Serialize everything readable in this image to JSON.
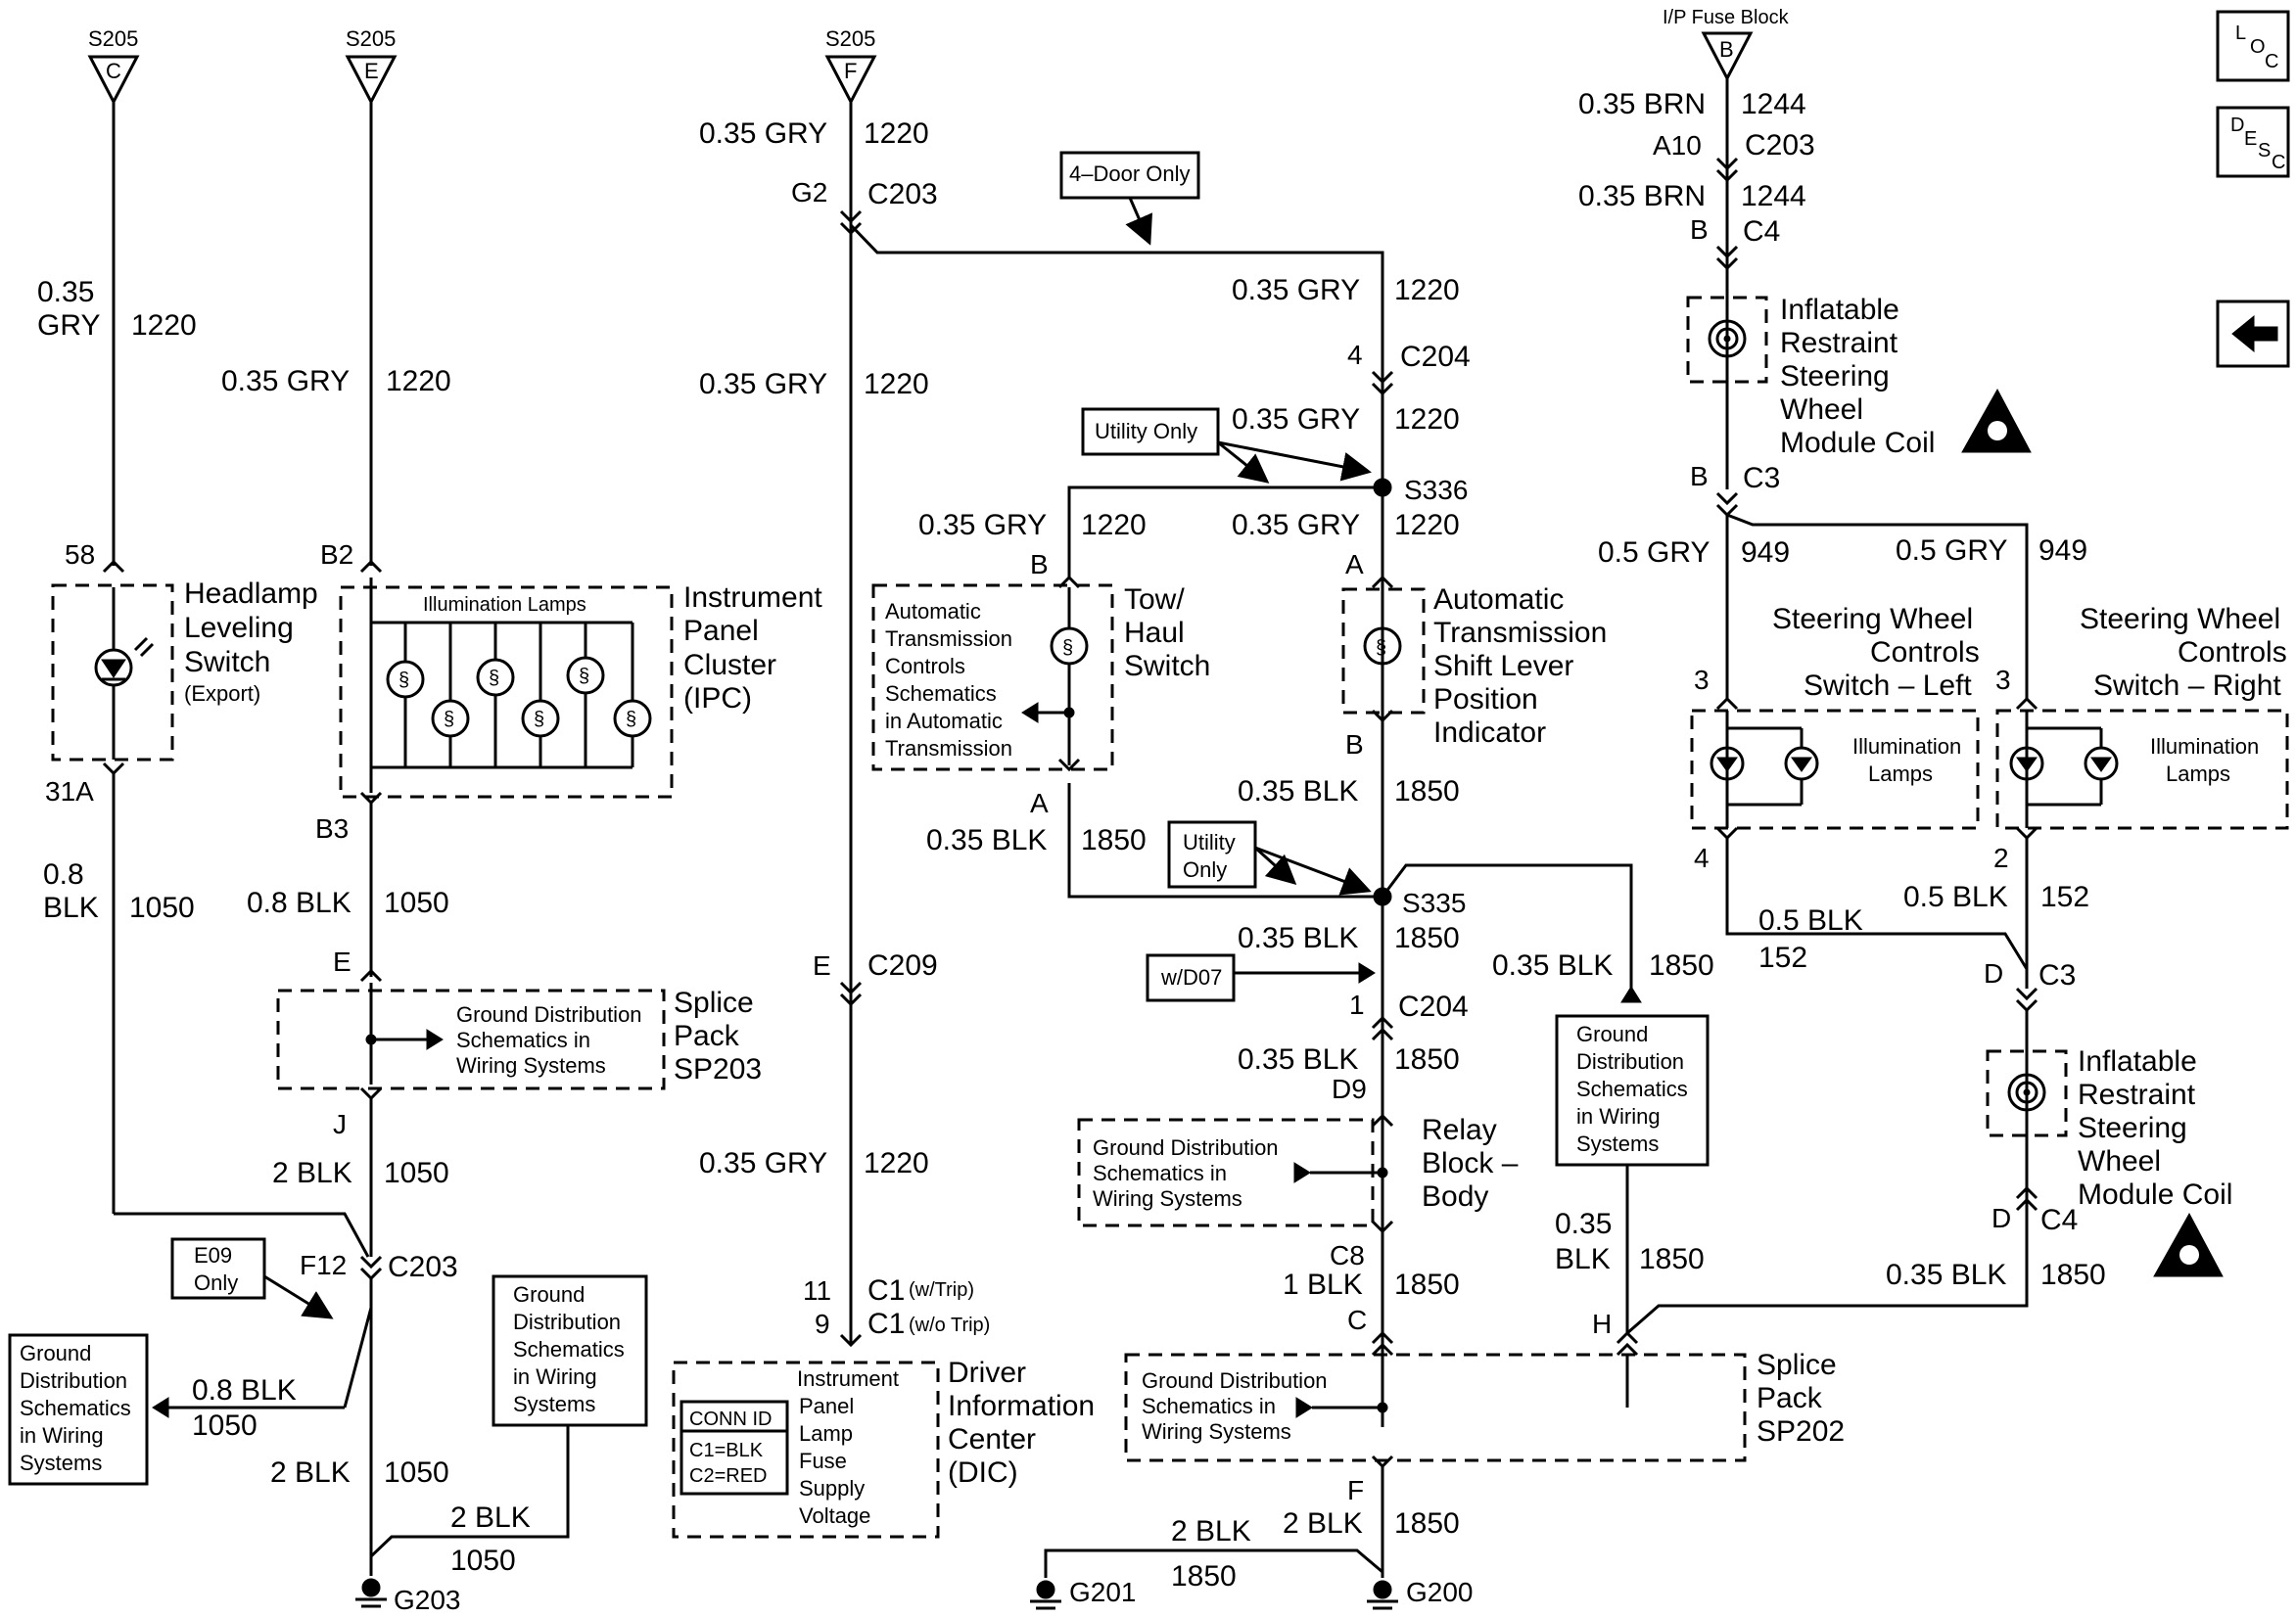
{
  "top_connectors": {
    "s205": "S205",
    "c": "C",
    "e": "E",
    "f": "F",
    "ip_fuse_block": "I/P Fuse Block",
    "b": "B"
  },
  "side_buttons": {
    "loc": {
      "l": "L",
      "o": "O",
      "c": "C"
    },
    "desc": {
      "d": "D",
      "e": "E",
      "s": "S",
      "c": "C"
    },
    "back_icon": "arrow-left-icon"
  },
  "tags": {
    "four_door": "4–Door Only",
    "utility_1": "Utility Only",
    "utility_2a": "Utility",
    "utility_2b": "Only",
    "w_d07": "w/D07",
    "e09_a": "E09",
    "e09_b": "Only"
  },
  "components": {
    "headlamp": [
      "Headlamp",
      "Leveling",
      "Switch",
      "(Export)"
    ],
    "illumination_lamps": "Illumination Lamps",
    "ipc": [
      "Instrument",
      "Panel",
      "Cluster",
      "(IPC)"
    ],
    "tow_haul": [
      "Tow/",
      "Haul",
      "Switch"
    ],
    "auto_trans_ref": [
      "Automatic",
      "Transmission",
      "Controls",
      "Schematics",
      "in Automatic",
      "Transmission"
    ],
    "shift_lever": [
      "Automatic",
      "Transmission",
      "Shift Lever",
      "Position",
      "Indicator"
    ],
    "airbag_coil": [
      "Inflatable",
      "Restraint",
      "Steering",
      "Wheel",
      "Module Coil"
    ],
    "swc_left": [
      "Steering Wheel",
      "Controls",
      "Switch – Left"
    ],
    "swc_right": [
      "Steering Wheel",
      "Controls",
      "Switch – Right"
    ],
    "illum_lamps_2": [
      "Illumination",
      "Lamps"
    ],
    "splice_sp203": [
      "Splice",
      "Pack",
      "SP203"
    ],
    "splice_sp202": [
      "Splice",
      "Pack",
      "SP202"
    ],
    "relay_block": [
      "Relay",
      "Block –",
      "Body"
    ],
    "dic": [
      "Driver",
      "Information",
      "Center",
      "(DIC)"
    ],
    "dic_inner": [
      "Instrument",
      "Panel",
      "Lamp",
      "Fuse",
      "Supply",
      "Voltage"
    ],
    "conn_id": [
      "CONN ID",
      "C1=BLK",
      "C2=RED"
    ],
    "ground_ref_3": [
      "Ground Distribution",
      "Schematics in",
      "Wiring Systems"
    ],
    "ground_ref_5": [
      "Ground",
      "Distribution",
      "Schematics",
      "in Wiring",
      "Systems"
    ]
  },
  "grounds": {
    "g203": "G203",
    "g201": "G201",
    "g200": "G200"
  },
  "labels": {
    "gry035": "0.35 GRY",
    "gry035_a": "0.35",
    "gry035_b": "GRY",
    "c1220": "1220",
    "blk08": "0.8 BLK",
    "blk08_a": "0.8",
    "blk08_b": "BLK",
    "c1050": "1050",
    "blk2": "2 BLK",
    "blk035": "0.35 BLK",
    "blk035_a": "0.35",
    "blk035_b": "BLK",
    "c1850": "1850",
    "blk1": "1 BLK",
    "brn035": "0.35 BRN",
    "c1244": "1244",
    "gry05": "0.5 GRY",
    "c949": "949",
    "blk05": "0.5 BLK",
    "c152": "152",
    "pin58": "58",
    "pin31a": "31A",
    "pinb2": "B2",
    "pinb3": "B3",
    "pine": "E",
    "pinj": "J",
    "pinf12": "F12",
    "c203": "C203",
    "g2": "G2",
    "c209": "C209",
    "pin11": "11",
    "pin9": "9",
    "c1": "C1",
    "w_trip": "(w/Trip)",
    "wo_trip": "(w/o Trip)",
    "pin4": "4",
    "c204": "C204",
    "s336": "S336",
    "pinb": "B",
    "pina": "A",
    "s335": "S335",
    "pin1": "1",
    "d9": "D9",
    "c8": "C8",
    "pinc": "C",
    "pinf": "F",
    "pinh": "H",
    "a10": "A10",
    "c4": "C4",
    "c3": "C3",
    "pin3": "3",
    "pin2": "2",
    "pind": "D"
  }
}
